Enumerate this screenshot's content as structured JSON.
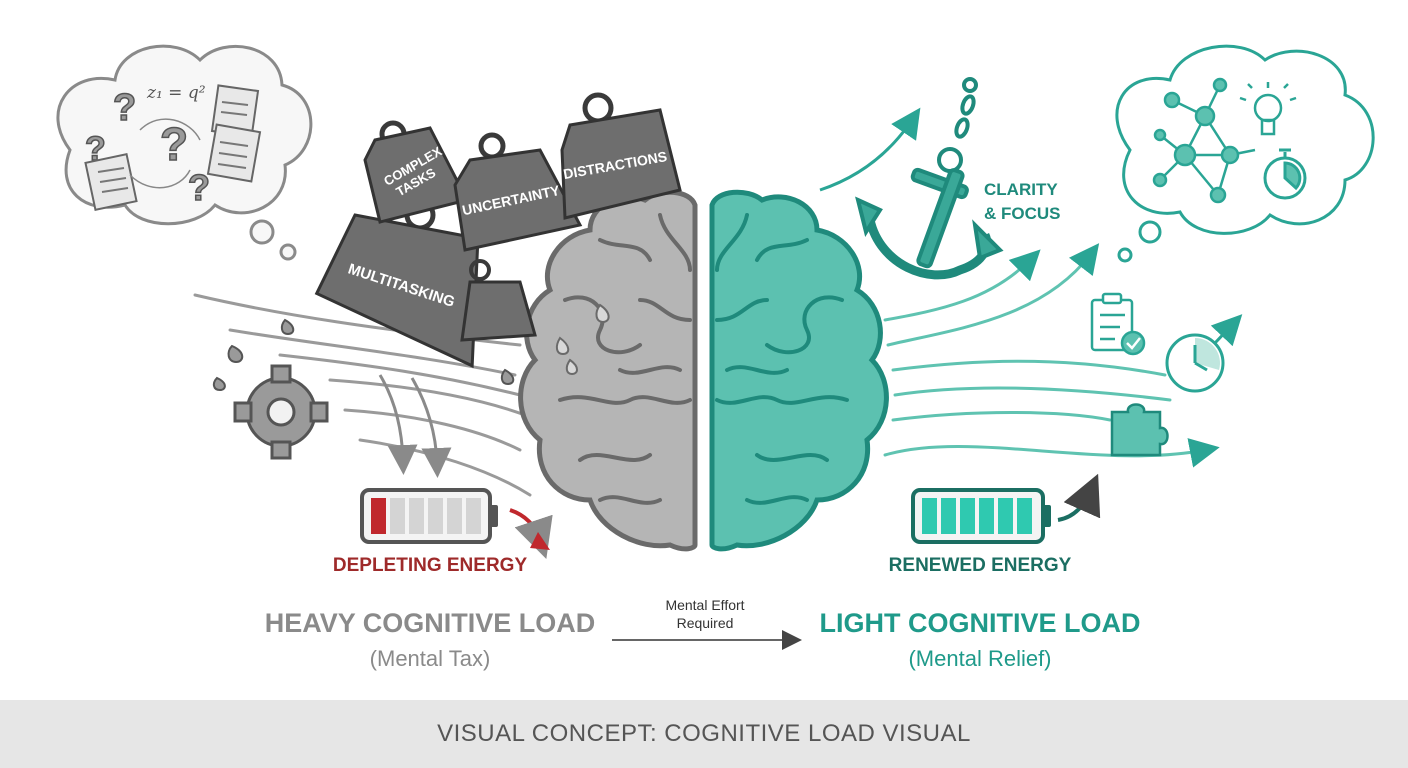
{
  "weights": {
    "complex_tasks_line1": "COMPLEX",
    "complex_tasks_line2": "TASKS",
    "uncertainty": "UNCERTAINTY",
    "distractions": "DISTRACTIONS",
    "multitasking": "MULTITASKING"
  },
  "thought_heavy": {
    "equation": "z₁ = q²"
  },
  "clarity": {
    "line1": "CLARITY",
    "line2": "& FOCUS"
  },
  "energy": {
    "depleting_label": "DEPLETING ENERGY",
    "depleting_level": 0.17,
    "renewed_label": "RENEWED ENERGY",
    "renewed_level": 1.0
  },
  "heavy": {
    "title": "HEAVY COGNITIVE LOAD",
    "subtitle": "(Mental Tax)"
  },
  "light": {
    "title": "LIGHT COGNITIVE LOAD",
    "subtitle": "(Mental Relief)"
  },
  "effort": {
    "line1": "Mental Effort",
    "line2": "Required"
  },
  "footer": {
    "caption": "VISUAL CONCEPT: COGNITIVE LOAD VISUAL"
  },
  "colors": {
    "gray": "#8a8a8a",
    "dark_gray": "#5a5a5a",
    "teal": "#2aa595",
    "teal_dark": "#1f8a7c",
    "red": "#c0282d"
  }
}
